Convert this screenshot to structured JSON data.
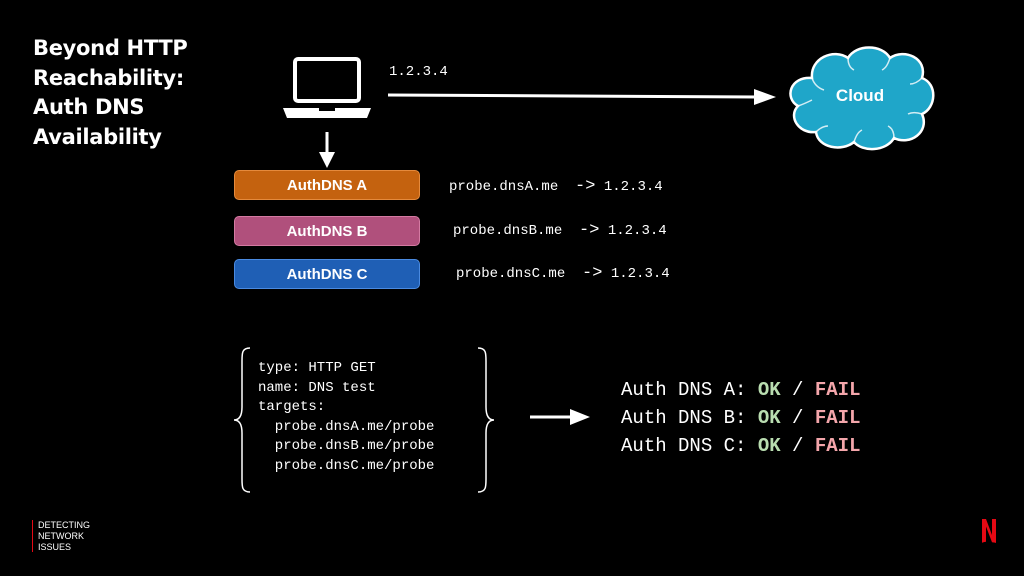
{
  "title": "Beyond HTTP\nReachability:\nAuth DNS\nAvailability",
  "title_lines": [
    "Beyond HTTP",
    "Reachability:",
    "Auth DNS",
    "Availability"
  ],
  "cloud": {
    "label": "Cloud",
    "color": "#1fa6c9"
  },
  "laptop_to_cloud_ip": "1.2.3.4",
  "authdns": [
    {
      "label": "AuthDNS A",
      "color": "#c4620f"
    },
    {
      "label": "AuthDNS B",
      "color": "#b0507c"
    },
    {
      "label": "AuthDNS C",
      "color": "#1f5fb5"
    }
  ],
  "probes": [
    {
      "host": "probe.dnsA.me",
      "arrow": "->",
      "ip": "1.2.3.4"
    },
    {
      "host": "probe.dnsB.me",
      "arrow": "->",
      "ip": "1.2.3.4"
    },
    {
      "host": "probe.dnsC.me",
      "arrow": "->",
      "ip": "1.2.3.4"
    }
  ],
  "config": {
    "lines": [
      "type: HTTP GET",
      "name: DNS test",
      "targets:",
      "  probe.dnsA.me/probe",
      "  probe.dnsB.me/probe",
      "  probe.dnsC.me/probe"
    ]
  },
  "results": [
    {
      "prefix": "Auth DNS A: ",
      "ok": "OK",
      "sep": " / ",
      "fail": "FAIL"
    },
    {
      "prefix": "Auth DNS B: ",
      "ok": "OK",
      "sep": " / ",
      "fail": "FAIL"
    },
    {
      "prefix": "Auth DNS C: ",
      "ok": "OK",
      "sep": " / ",
      "fail": "FAIL"
    }
  ],
  "footer": {
    "lines": [
      "DETECTING",
      "NETWORK",
      "ISSUES"
    ]
  },
  "logo": {
    "letter": "N",
    "color": "#e50914"
  },
  "icons": [
    "laptop-icon",
    "cloud-icon",
    "netflix-logo-icon"
  ]
}
